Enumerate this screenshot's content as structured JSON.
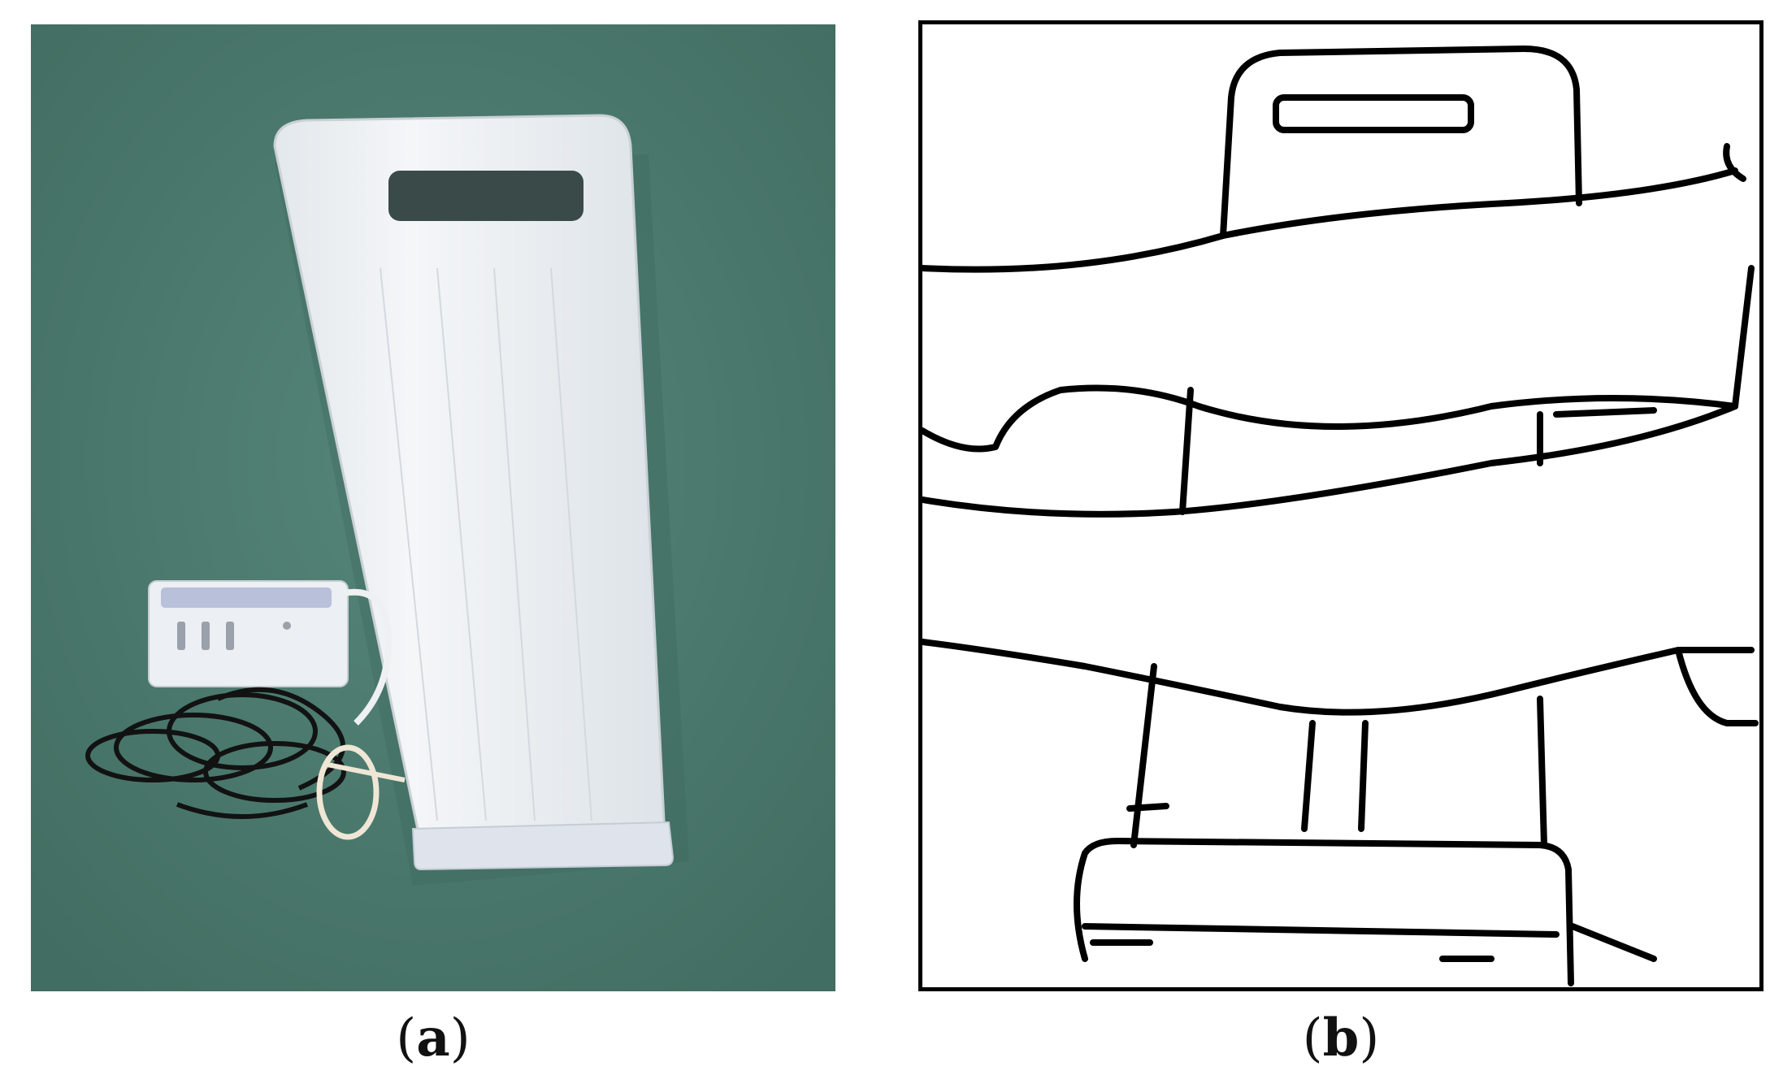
{
  "figure": {
    "panels": [
      {
        "id": "a",
        "label_open": "(",
        "label_letter": "a",
        "label_close": ")"
      },
      {
        "id": "b",
        "label_open": "(",
        "label_letter": "b",
        "label_close": ")"
      }
    ]
  },
  "colors": {
    "carpet": "#4f7f74",
    "board": "#eef1f3",
    "ink": "#000000"
  }
}
